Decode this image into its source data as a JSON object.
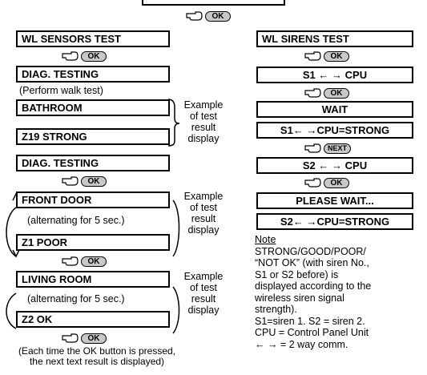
{
  "keys": {
    "ok": "OK",
    "next": "NEXT"
  },
  "left": {
    "title": "WL SENSORS TEST",
    "diag_testing_1": "DIAG. TESTING",
    "perform_walk_test": "(Perform walk test)",
    "bathroom": "BATHROOM",
    "z19_strong": "Z19 STRONG",
    "diag_testing_2": "DIAG. TESTING",
    "front_door": "FRONT DOOR",
    "alternating_1": "(alternating for 5 sec.)",
    "z1_poor": "Z1 POOR",
    "living_room": "LIVING ROOM",
    "alternating_2": "(alternating for 5 sec.)",
    "z2_ok": "Z2 OK",
    "footer_1": "(Each time the OK button is pressed,",
    "footer_2": "the next text result is displayed)"
  },
  "example_labels": {
    "line1": "Example",
    "line2": "of test",
    "line3": "result",
    "line4": "display"
  },
  "right": {
    "title": "WL SIRENS TEST",
    "s1": "S1",
    "cpu": "CPU",
    "wait": "WAIT",
    "s1_cpu_strong": "→CPU=STRONG",
    "s2": "S2",
    "please_wait": "PLEASE WAIT...",
    "s2_cpu_strong": "→CPU=STRONG",
    "note_title": "Note",
    "note_lines": [
      "STRONG/GOOD/POOR/",
      "“NOT OK” (with siren No.,",
      "S1 or S2 before) is",
      "displayed according to the",
      "wireless siren signal",
      "strength).",
      "S1=siren 1.  S2 = siren 2.",
      "CPU = Control Panel Unit",
      "= 2 way comm."
    ]
  }
}
